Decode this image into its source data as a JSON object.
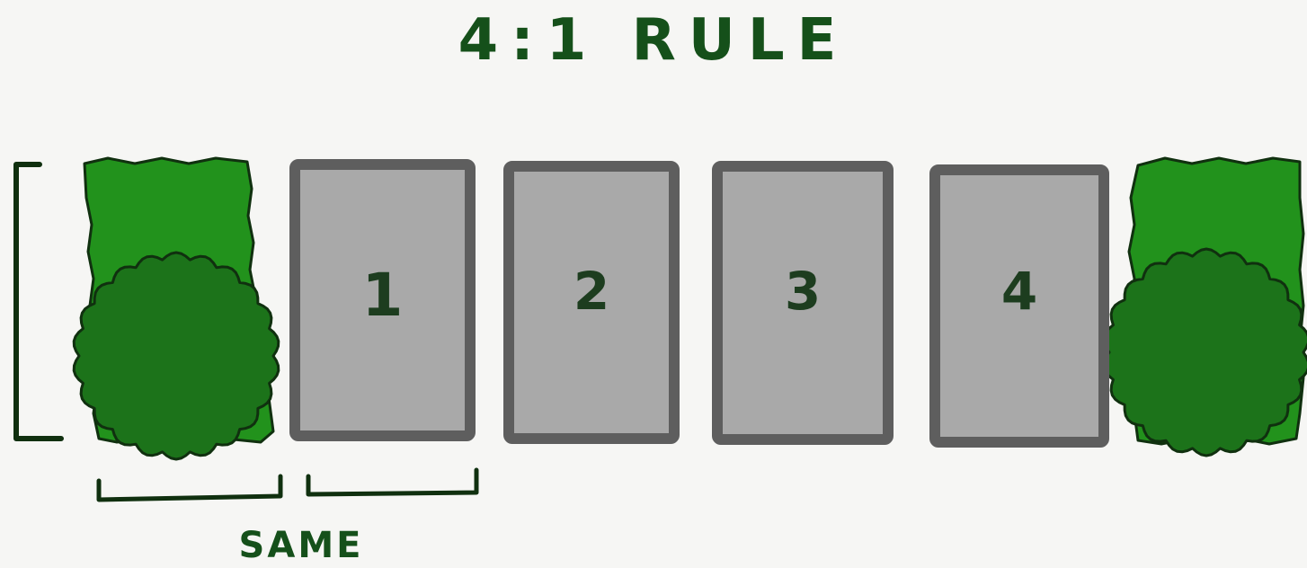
{
  "title": "4:1 RULE",
  "spots": [
    {
      "label": "1"
    },
    {
      "label": "2"
    },
    {
      "label": "3"
    },
    {
      "label": "4"
    }
  ],
  "caption": "SAME",
  "colors": {
    "title_text": "#15501a",
    "spot_fill": "#a9a9a9",
    "spot_border": "#5e5e5e",
    "shrub": "#22921c",
    "tree": "#1c731a",
    "outline": "#10300f"
  }
}
